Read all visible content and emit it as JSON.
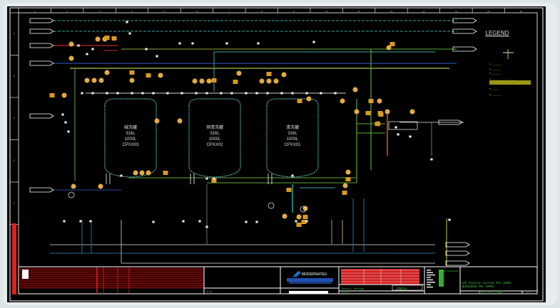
{
  "drawing": {
    "legend": {
      "title": "LEGEND",
      "items": [
        "1. ________",
        "2. ________",
        "3. ________",
        "4. ____________ ____ ____",
        "5. ______",
        "6. ________"
      ]
    },
    "tanks": [
      {
        "id": "tank-3",
        "name": "碱洗罐",
        "material": "316L",
        "volume": "1000L",
        "tag": "CPXX03"
      },
      {
        "id": "tank-2",
        "name": "预清洗罐",
        "material": "316L",
        "volume": "1000L",
        "tag": "CPXX02"
      },
      {
        "id": "tank-1",
        "name": "清洗罐",
        "material": "316L",
        "volume": "1000L",
        "tag": "CPXX01"
      }
    ],
    "colors": {
      "background": "#000000",
      "border": "#ffffff",
      "tank_outline": "#5fa8a8",
      "instrument_bubble": "#e0a020",
      "pipe_green": "#5da83a",
      "pipe_blue": "#2c4aa0",
      "pipe_red": "#c02828",
      "pipe_teal": "#2fa3a0",
      "pipe_yellow": "#c8c030",
      "titleblock_red": "#e02020",
      "titleblock_text": "#40c040",
      "logo_blue": "#2050b0"
    }
  },
  "title_block": {
    "company_logo": "MODERNATEU",
    "stage": "Detail Design",
    "stage_cn": "详细设计",
    "status": "Draft",
    "status_left": "S/A",
    "project_company": "Modern Technology",
    "title_en": "CIP Station System #01 1000L",
    "title_cn": "清洗站系统 #01 1000L",
    "drawing_number": "ETC-CIP-3-1000L",
    "revision": "05"
  },
  "ruler": {
    "top": [
      "1",
      "2",
      "3",
      "4",
      "5",
      "6",
      "7",
      "8",
      "9",
      "10",
      "11",
      "12",
      "13",
      "14",
      "15",
      "16"
    ],
    "side": [
      "A",
      "B",
      "C",
      "D",
      "E",
      "F"
    ]
  }
}
